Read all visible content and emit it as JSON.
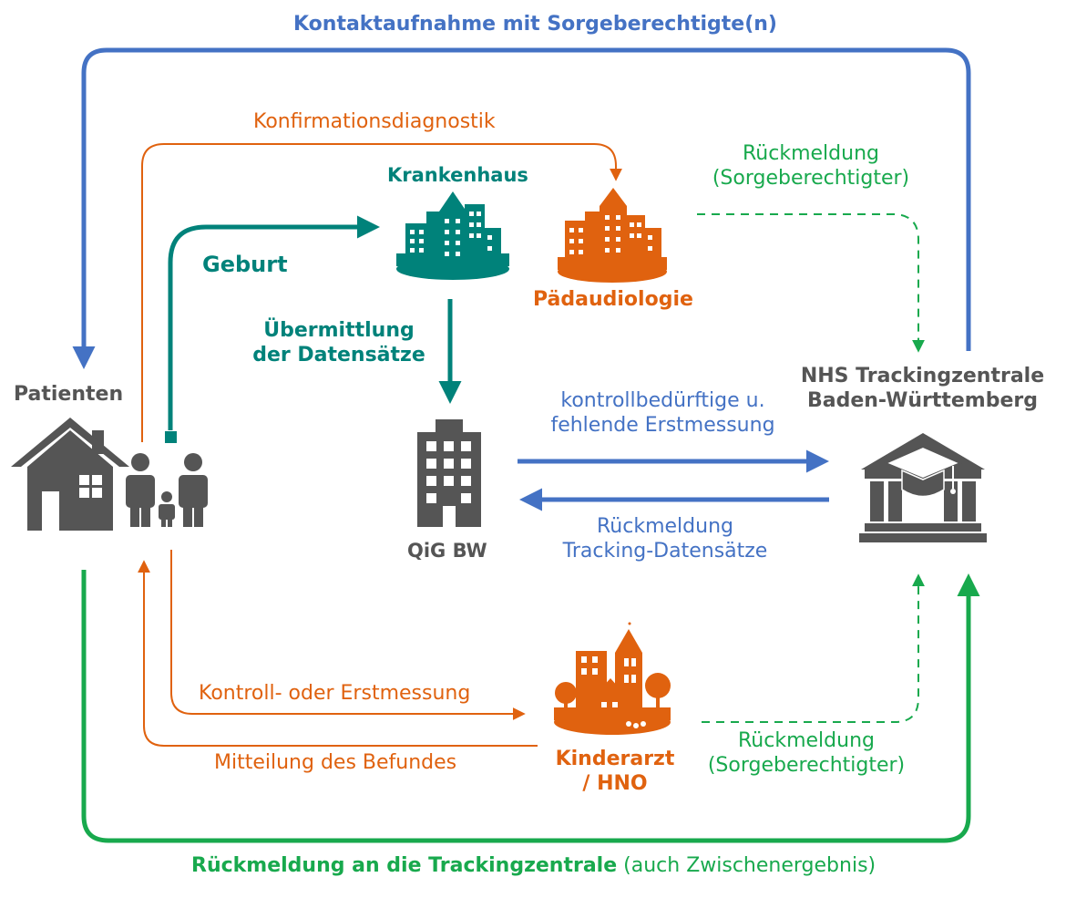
{
  "colors": {
    "blue": "#4472c4",
    "orange": "#e0620f",
    "teal": "#00827a",
    "green": "#18a94d",
    "gray": "#555555"
  },
  "nodes": {
    "patients": {
      "label": "Patienten",
      "icon": "house-family-icon"
    },
    "hospital": {
      "label": "Krankenhaus",
      "icon": "hospital-buildings-icon"
    },
    "paedaudiology": {
      "label": "Pädaudiologie",
      "icon": "clinic-buildings-icon"
    },
    "qig": {
      "label": "QiG BW",
      "icon": "office-building-icon"
    },
    "nhs": {
      "line1": "NHS Trackingzentrale",
      "line2": "Baden-Württemberg",
      "icon": "university-graduation-cap-icon"
    },
    "pediatrician": {
      "line1": "Kinderarzt",
      "line2": "/ HNO",
      "icon": "town-buildings-icon"
    }
  },
  "edges": {
    "contact": "Kontaktaufnahme mit Sorgeberechtigte(n)",
    "confirmation": "Konfirmationsdiagnostik",
    "birth": "Geburt",
    "transfer": {
      "line1": "Übermittlung",
      "line2": "der Datensätze"
    },
    "control_needed": {
      "line1": "kontrollbedürftige u.",
      "line2": "fehlende Erstmessung"
    },
    "tracking_feedback": {
      "line1": "Rückmeldung",
      "line2": "Tracking-Datensätze"
    },
    "feedback_paed": {
      "line1": "Rückmeldung",
      "line2": "(Sorgeberechtigter)"
    },
    "feedback_ped": {
      "line1": "Rückmeldung",
      "line2": "(Sorgeberechtigter)"
    },
    "measurement": "Kontroll- oder Erstmessung",
    "findings": "Mitteilung des Befundes",
    "feedback_center": {
      "bold": "Rückmeldung an die Trackingzentrale",
      "normal": "(auch Zwischenergebnis)"
    }
  }
}
